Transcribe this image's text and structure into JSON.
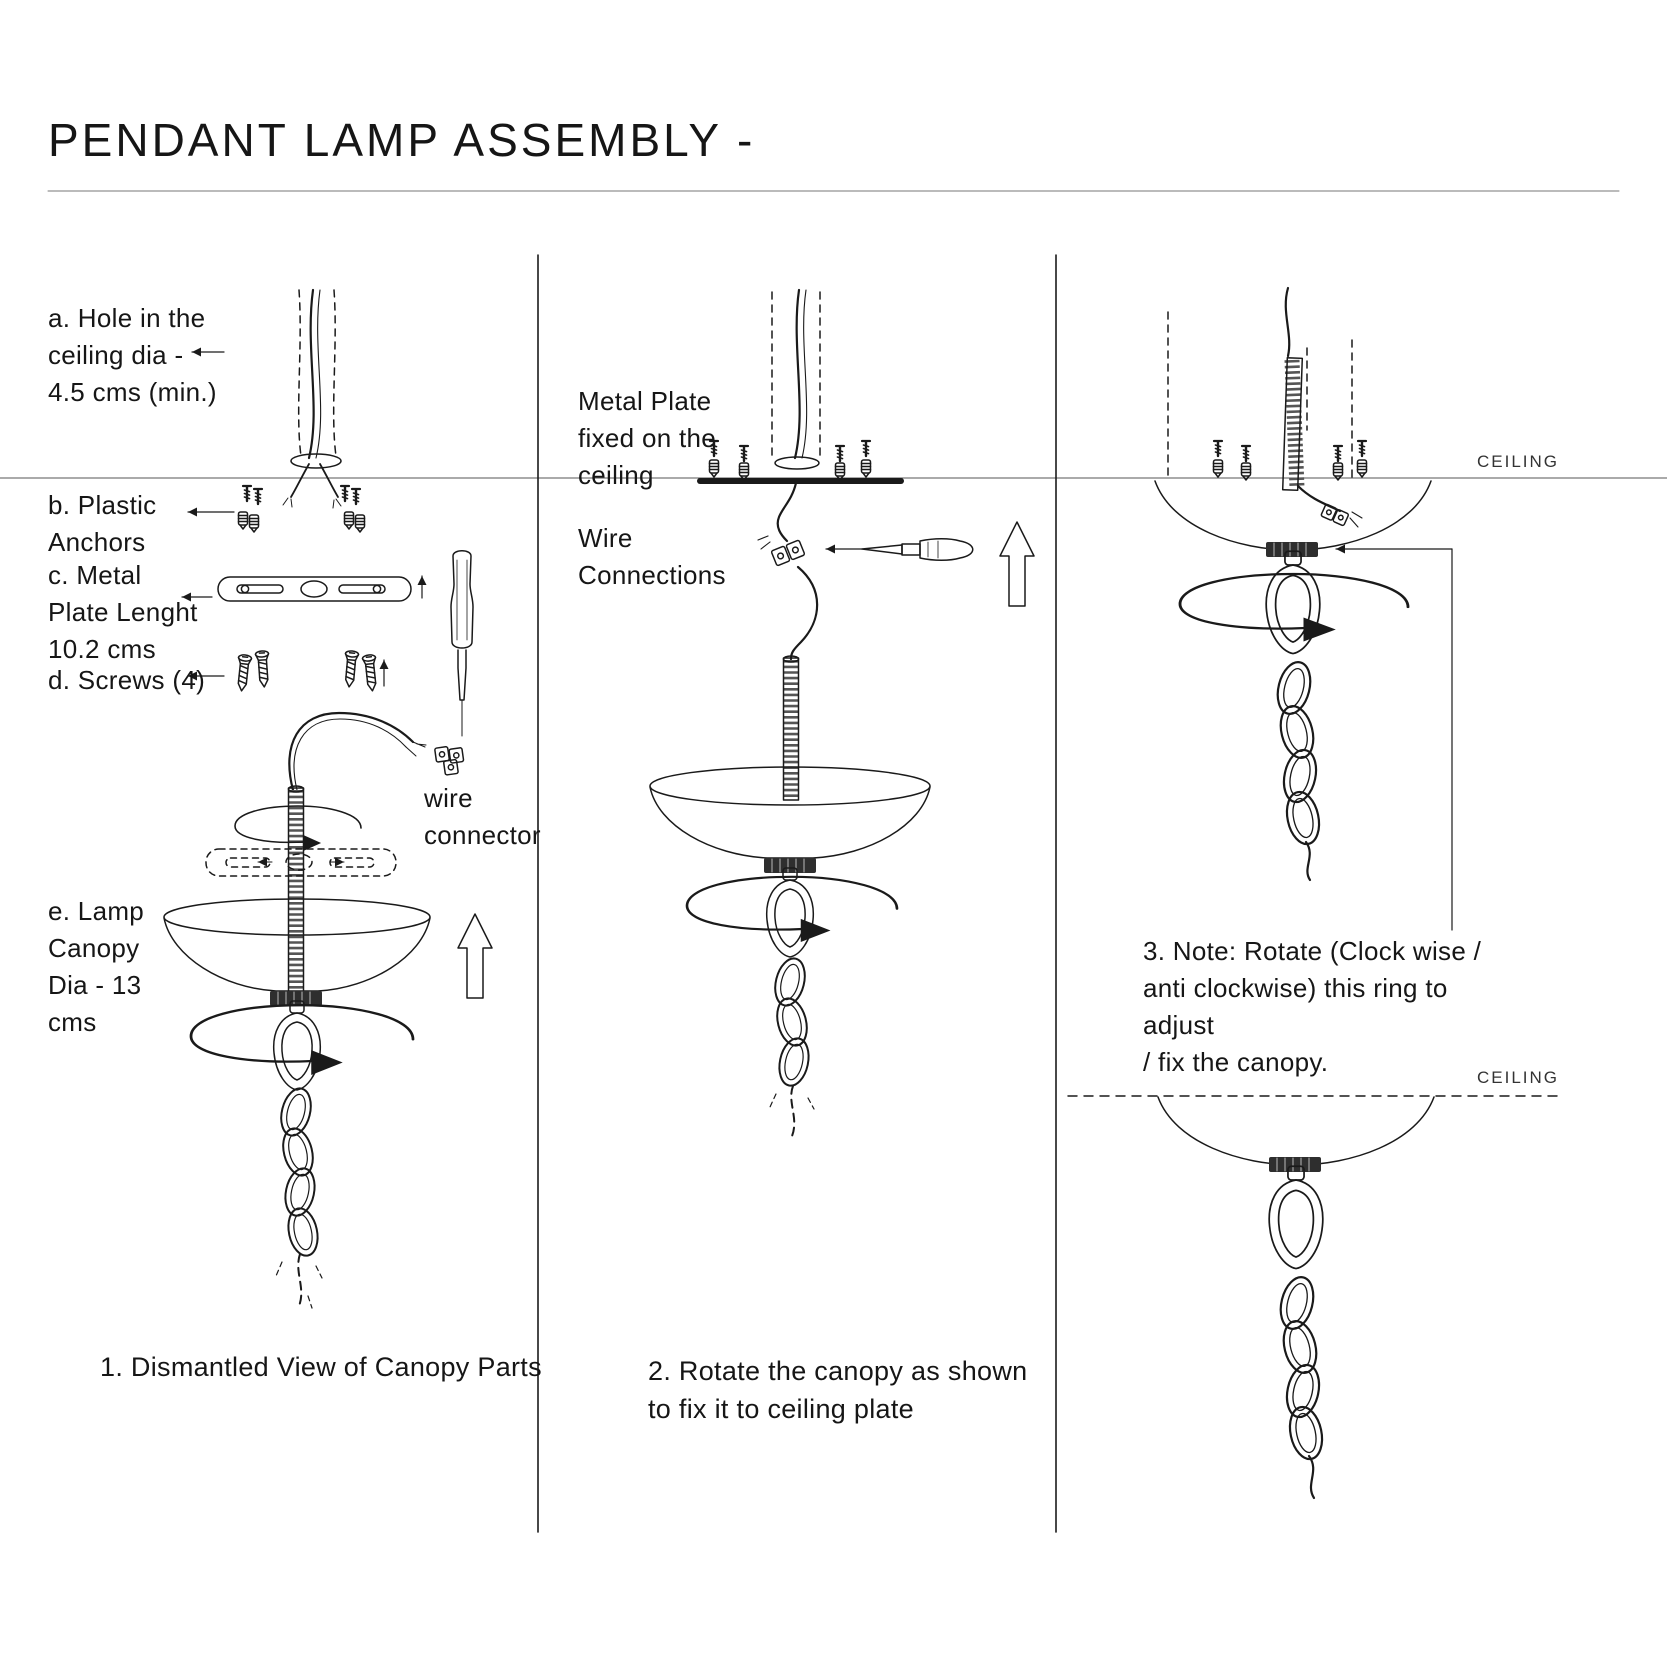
{
  "title": "PENDANT LAMP ASSEMBLY -",
  "ceiling": {
    "top": "CEILING",
    "bottom": "CEILING"
  },
  "panel1": {
    "label_a": "a. Hole in the\nceiling dia -\n4.5 cms (min.)",
    "label_b": "b. Plastic\nAnchors",
    "label_c": "c. Metal\nPlate Lenght\n10.2 cms",
    "label_d": "d. Screws (4)",
    "label_e": "e. Lamp\nCanopy\nDia - 13\ncms",
    "wire_connector": "wire\nconnector",
    "caption": "1. Dismantled View of Canopy Parts"
  },
  "panel2": {
    "metal_plate": "Metal Plate\nfixed on the\nceiling",
    "wire_connections": "Wire\nConnections",
    "caption": "2. Rotate the canopy as shown\nto fix it to ceiling plate"
  },
  "panel3": {
    "note": "3. Note: Rotate (Clock wise /\nanti clockwise) this ring to adjust\n/ fix the canopy."
  }
}
